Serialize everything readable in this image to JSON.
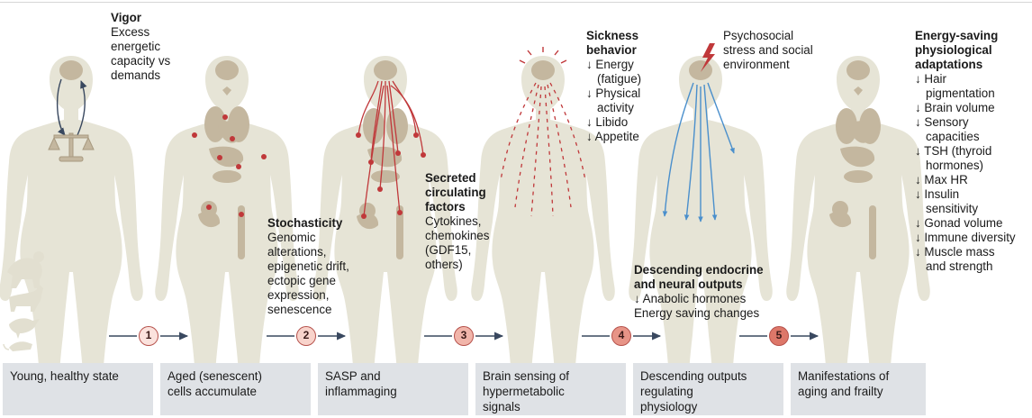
{
  "colors": {
    "body": "#e6e4d6",
    "organ": "#c4b79f",
    "red": "#c0383a",
    "blue": "#4a8fcc",
    "navy": "#39485f",
    "box": "#dfe2e6",
    "step_light": "#fbe2dd",
    "step_mid": "#f1b5aa",
    "step_dark": "#dd7769"
  },
  "icons": [
    "balance-scale-icon",
    "lightning-icon",
    "ape-icon",
    "dog-icon",
    "bird-icon",
    "rodent-icon",
    "thyroid-icon",
    "arrow-right-icon"
  ],
  "annotations": {
    "vigor": {
      "title": "Vigor",
      "lines": [
        "Excess",
        "energetic",
        "capacity vs",
        "demands"
      ]
    },
    "stochasticity": {
      "title": "Stochasticity",
      "lines": [
        "Genomic",
        "alterations,",
        "epigenetic drift,",
        "ectopic gene",
        "expression,",
        "senescence"
      ]
    },
    "secreted": {
      "title_lines": [
        "Secreted",
        "circulating",
        "factors"
      ],
      "lines": [
        "Cytokines,",
        "chemokines",
        "(GDF15,",
        "others)"
      ]
    },
    "sickness": {
      "title_lines": [
        "Sickness",
        "behavior"
      ],
      "items": [
        {
          "lines": [
            "↓ Energy",
            "(fatigue)"
          ]
        },
        {
          "lines": [
            "↓ Physical",
            "activity"
          ]
        },
        {
          "lines": [
            "↓ Libido"
          ]
        },
        {
          "lines": [
            "↓ Appetite"
          ]
        }
      ]
    },
    "psychosocial": {
      "lines": [
        "Psychosocial",
        "stress and social",
        "environment"
      ]
    },
    "descending": {
      "title_lines": [
        "Descending endocrine",
        "and neural outputs"
      ],
      "lines": [
        "↓ Anabolic hormones",
        "Energy saving changes"
      ]
    },
    "energy_saving": {
      "title_lines": [
        "Energy-saving",
        "physiological",
        "adaptations"
      ],
      "items": [
        {
          "lines": [
            "↓ Hair",
            "pigmentation"
          ]
        },
        {
          "lines": [
            "↓ Brain volume"
          ]
        },
        {
          "lines": [
            "↓ Sensory",
            "capacities"
          ]
        },
        {
          "lines": [
            "↓ TSH (thyroid",
            "hormones)"
          ]
        },
        {
          "lines": [
            "↓ Max HR"
          ]
        },
        {
          "lines": [
            "↓ Insulin",
            "sensitivity"
          ]
        },
        {
          "lines": [
            "↓ Gonad volume"
          ]
        },
        {
          "lines": [
            "↓ Immune diversity"
          ]
        },
        {
          "lines": [
            "↓ Muscle mass",
            "and strength"
          ]
        }
      ]
    }
  },
  "steps": [
    "1",
    "2",
    "3",
    "4",
    "5"
  ],
  "stages": [
    {
      "lines": [
        "Young, healthy state"
      ]
    },
    {
      "lines": [
        "Aged (senescent)",
        "cells accumulate"
      ]
    },
    {
      "lines": [
        "SASP and",
        "inflammaging"
      ]
    },
    {
      "lines": [
        "Brain sensing of",
        "hypermetabolic",
        "signals"
      ]
    },
    {
      "lines": [
        "Descending outputs",
        "regulating",
        "physiology"
      ]
    },
    {
      "lines": [
        "Manifestations of",
        "aging and frailty"
      ]
    }
  ]
}
